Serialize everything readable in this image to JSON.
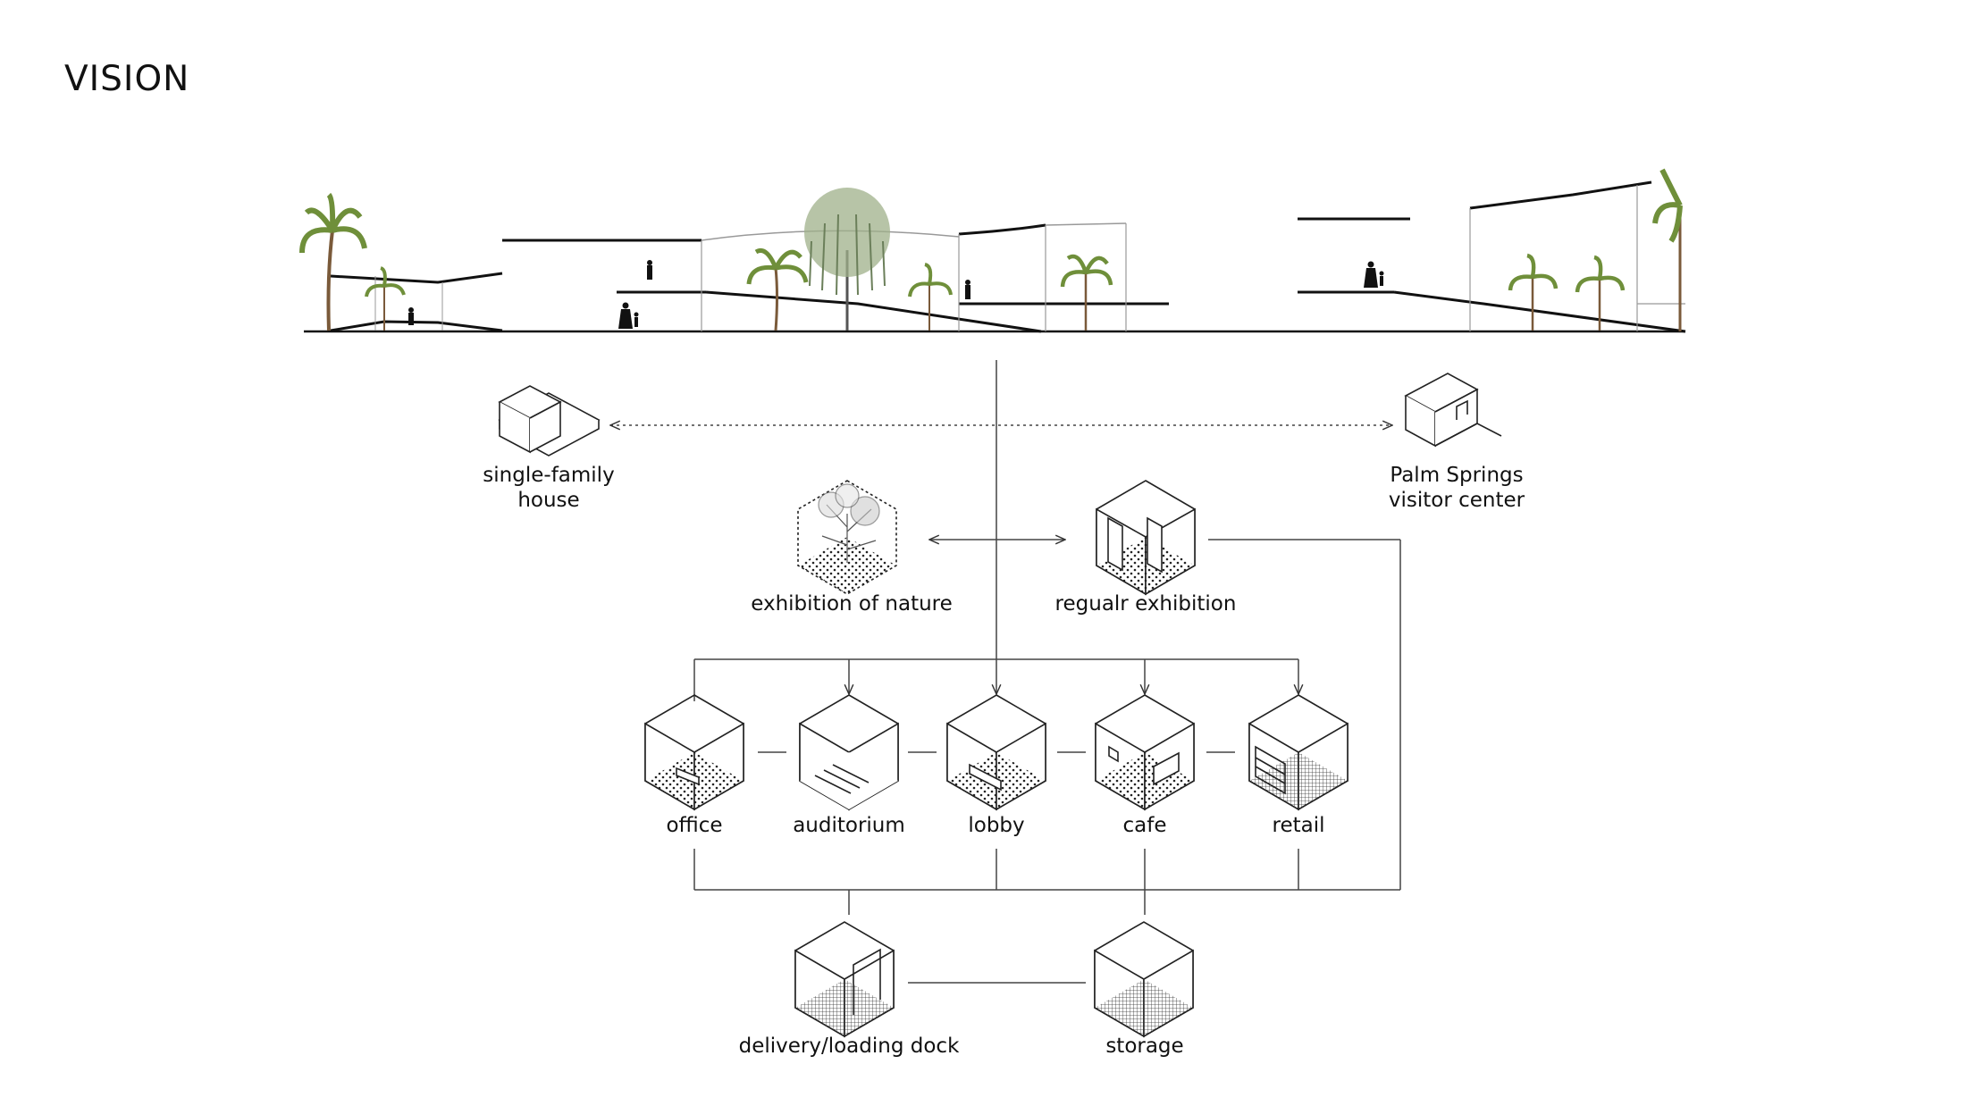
{
  "title": "VISION",
  "external": {
    "left": "single-family\nhouse",
    "right": "Palm Springs\nvisitor center"
  },
  "exhibitions": {
    "nature": "exhibition of nature",
    "regular": "regualr exhibition"
  },
  "spaces": {
    "office": "office",
    "auditorium": "auditorium",
    "lobby": "lobby",
    "cafe": "cafe",
    "retail": "retail"
  },
  "service": {
    "dock": "delivery/loading dock",
    "storage": "storage"
  },
  "colors": {
    "line": "#222222",
    "thin": "#555555",
    "palm": "#6f8f3a",
    "trunk": "#7a5a3a"
  }
}
